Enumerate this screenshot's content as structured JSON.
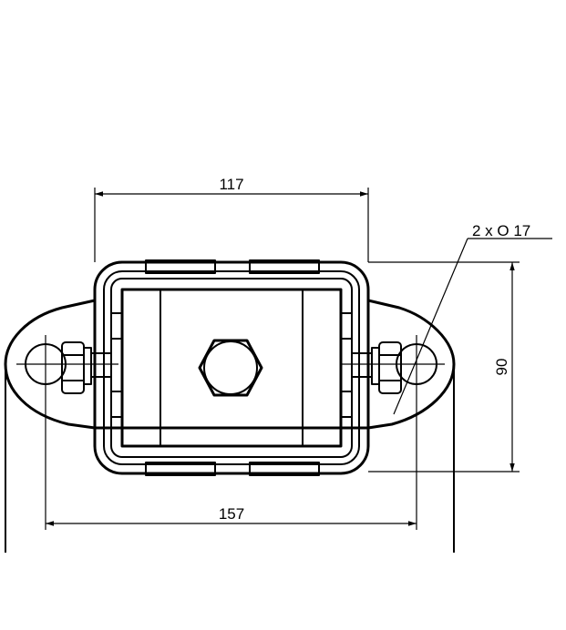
{
  "drawing": {
    "dimension_top": "117",
    "dimension_bottom": "157",
    "dimension_right": "90",
    "hole_callout": "2 x O  17"
  }
}
